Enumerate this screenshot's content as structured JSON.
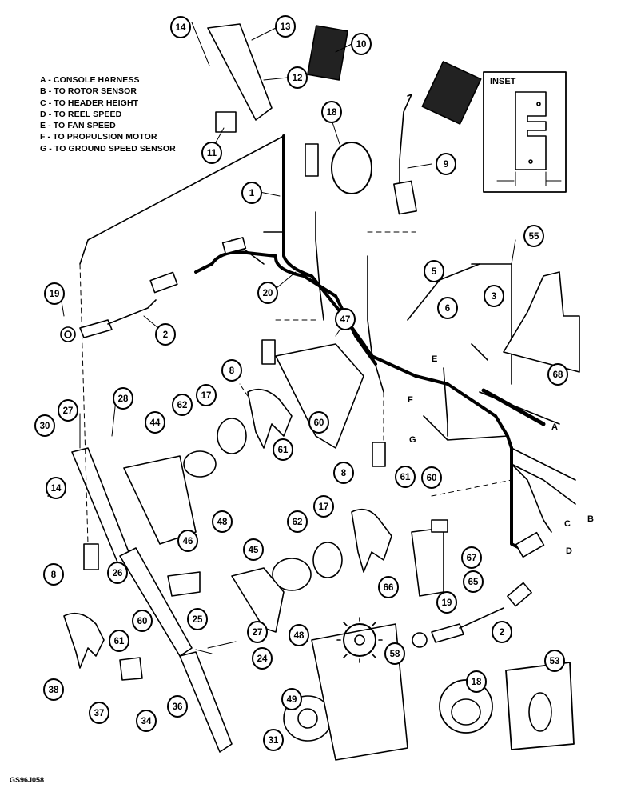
{
  "legend": [
    "A - CONSOLE HARNESS",
    "B - TO ROTOR SENSOR",
    "C - TO HEADER HEIGHT",
    "D - TO REEL SPEED",
    "E - TO FAN SPEED",
    "F - TO PROPULSION MOTOR",
    "G - TO GROUND SPEED SENSOR"
  ],
  "inset_title": "INSET",
  "figure_code": "GS96J058",
  "letter_labels": [
    "A",
    "B",
    "C",
    "D",
    "E",
    "F",
    "G"
  ],
  "callouts": [
    "14",
    "13",
    "10",
    "12",
    "11",
    "18",
    "9",
    "1",
    "55",
    "5",
    "6",
    "3",
    "19",
    "2",
    "20",
    "47",
    "8",
    "17",
    "28",
    "62",
    "44",
    "60",
    "61",
    "30",
    "27",
    "14",
    "48",
    "46",
    "68",
    "8",
    "61",
    "60",
    "62",
    "17",
    "67",
    "45",
    "65",
    "66",
    "8",
    "26",
    "25",
    "60",
    "61",
    "19",
    "2",
    "24",
    "48",
    "58",
    "27",
    "38",
    "37",
    "34",
    "36",
    "49",
    "18",
    "53",
    "31"
  ]
}
